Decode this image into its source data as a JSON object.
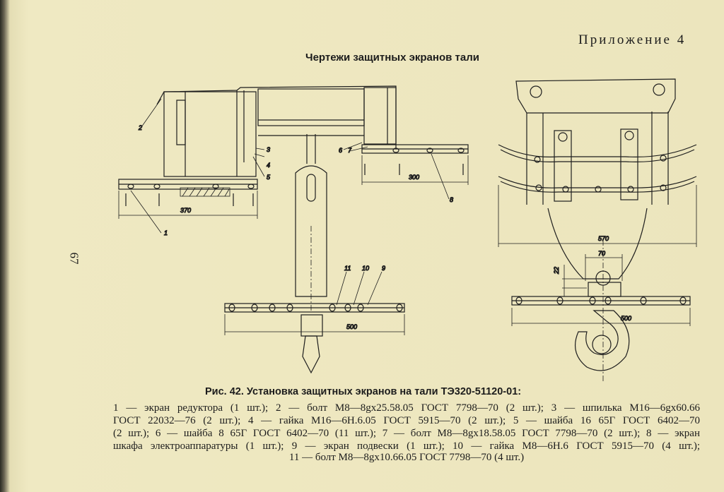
{
  "header": {
    "appendix": "Приложение 4",
    "title": "Чертежи защитных экранов тали"
  },
  "page_number": "67",
  "caption": "Рис. 42. Установка защитных экранов на тали ТЭ320-51120-01:",
  "legend_lines": [
    "1 — экран редуктора (1 шт.); 2 — болт М8—8gx25.58.05 ГОСТ 7798—70 (2 шт.); 3 — шпилька М16—6gx60.66",
    "ГОСТ 22032—76 (2 шт.); 4 — гайка М16—6Н.6.05 ГОСТ 5915—70 (2 шт.); 5 — шайба 16 65Г ГОСТ 6402—70",
    "(2 шт.); 6 — шайба 8 65Г ГОСТ 6402—70 (11 шт.); 7 — болт М8—8gx18.58.05 ГОСТ 7798—70 (2 шт.); 8 — экран",
    "шкафа электроаппаратуры (1 шт.); 9 — экран подвески (1 шт.); 10 — гайка М8—6Н.6 ГОСТ 5915—70 (4 шт.);",
    "11 — болт М8—8gx10.66.05 ГОСТ 7798—70 (4 шт.)"
  ],
  "drawing": {
    "dimensions": {
      "d370": "370",
      "d300": "300",
      "d500_left": "500",
      "d570": "570",
      "d70": "70",
      "d22": "22",
      "d500_right": "500"
    },
    "callouts": {
      "c1": "1",
      "c2": "2",
      "c3": "3",
      "c4": "4",
      "c5": "5",
      "c6": "6",
      "c7": "7",
      "c8": "8",
      "c9": "9",
      "c10": "10",
      "c11": "11"
    }
  }
}
